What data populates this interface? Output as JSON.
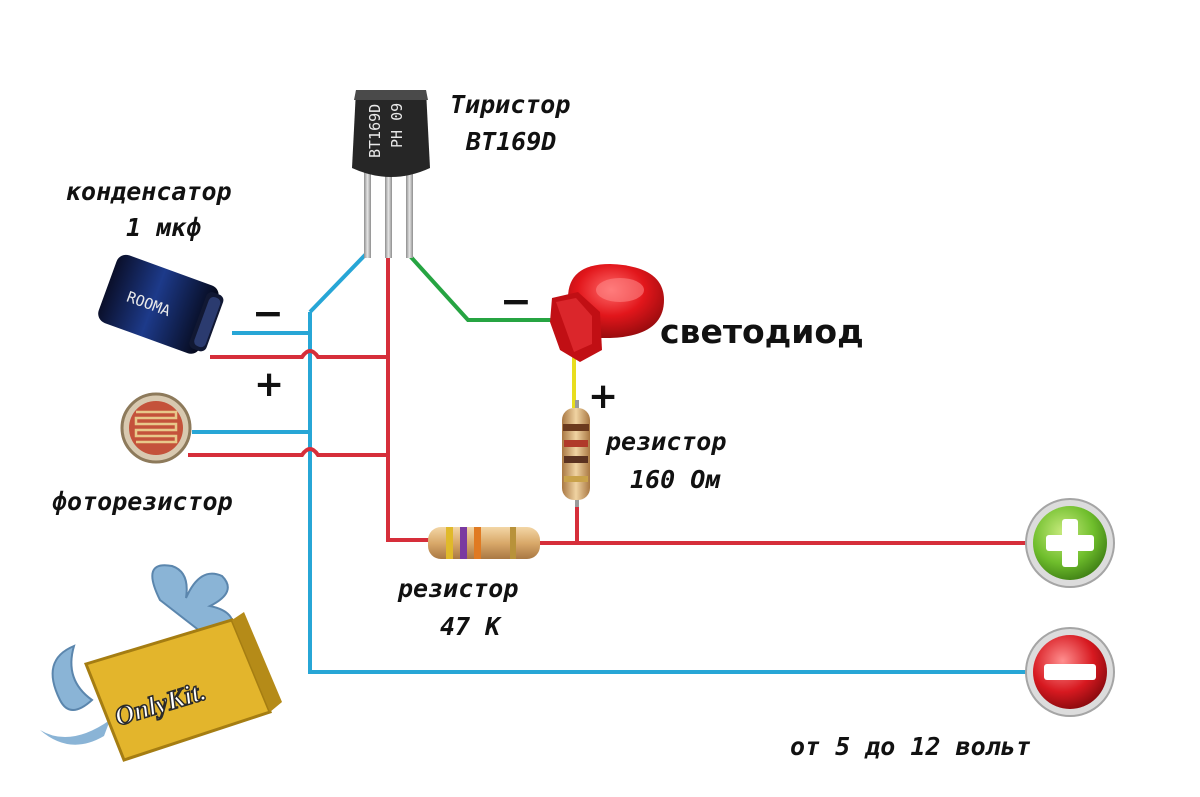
{
  "labels": {
    "thyristor_line1": "Тиристор",
    "thyristor_line2": "BT169D",
    "capacitor_line1": "конденсатор",
    "capacitor_line2": "1 мкф",
    "led": "светодиод",
    "resistor160_line1": "резистор",
    "resistor160_line2": "160 Ом",
    "resistor47_line1": "резистор",
    "resistor47_line2": "47 К",
    "photoresistor": "фоторезистор",
    "voltage": "от 5 до 12 вольт"
  },
  "chip_marking": {
    "line1": "BT169D",
    "line2": "PH 09"
  },
  "capacitor_marking": "ROOMA",
  "polarity": {
    "cap_minus": "−",
    "cap_plus": "+",
    "led_minus": "−",
    "led_plus": "+"
  },
  "logo": {
    "text": "OnlyKit."
  },
  "colors": {
    "wire_blue": "#27a6d6",
    "wire_red": "#d62e3a",
    "wire_green": "#26a442",
    "wire_yellow": "#e8dd1e",
    "led_red": "#e2161b",
    "terminal_plus": "#6fbe2c",
    "terminal_minus": "#d71920",
    "logo_gold": "#e3b52c",
    "logo_splash": "#8ab4d6"
  }
}
